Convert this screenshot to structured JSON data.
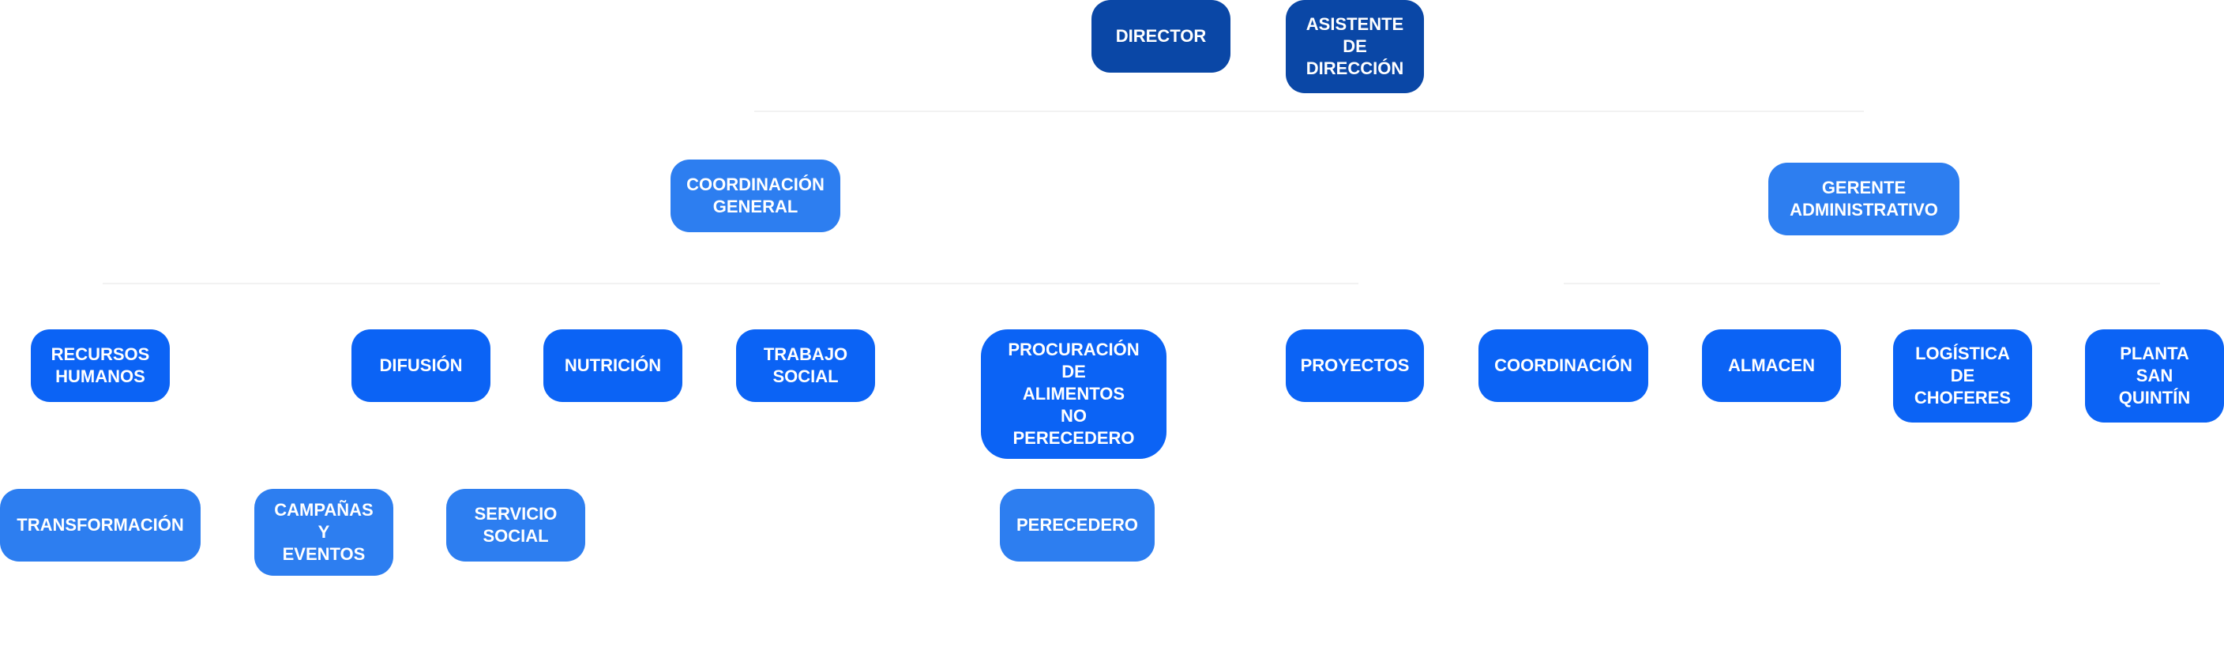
{
  "colors": {
    "top_level": "#0a47a6",
    "mid_level": "#2d7ef0",
    "department": "#0b63f5",
    "connector": "#f2f2f2"
  },
  "nodes": {
    "director": "DIRECTOR",
    "asistente": "ASISTENTE\nDE\nDIRECCIÓN",
    "coordinacion_general": "COORDINACIÓN\nGENERAL",
    "gerente_administrativo": "GERENTE\nADMINISTRATIVO",
    "recursos_humanos": "RECURSOS\nHUMANOS",
    "difusion": "DIFUSIÓN",
    "nutricion": "NUTRICIÓN",
    "trabajo_social": "TRABAJO\nSOCIAL",
    "procuracion": "PROCURACIÓN\nDE\nALIMENTOS\nNO\nPERECEDERO",
    "proyectos": "PROYECTOS",
    "coordinacion": "COORDINACIÓN",
    "almacen": "ALMACEN",
    "logistica": "LOGÍSTICA\nDE\nCHOFERES",
    "planta": "PLANTA\nSAN\nQUINTÍN",
    "transformacion": "TRANSFORMACIÓN",
    "campanas": "CAMPAÑAS\nY\nEVENTOS",
    "servicio_social": "SERVICIO\nSOCIAL",
    "perecedero": "PERECEDERO"
  }
}
